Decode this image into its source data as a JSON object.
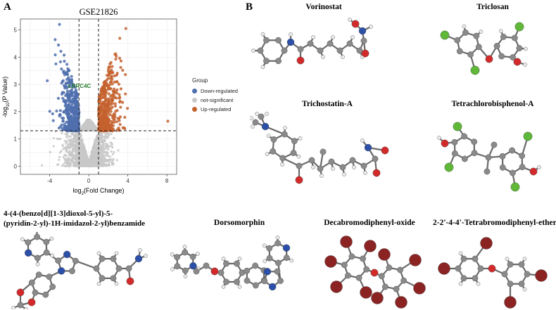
{
  "panels": {
    "a_label": "A",
    "b_label": "B"
  },
  "chart_data": {
    "type": "scatter",
    "title": "GSE21826",
    "xlabel_base": "log",
    "xlabel_sub": "2",
    "xlabel_rest": "(Fold Change)",
    "ylabel_pre": "-log",
    "ylabel_sub": "10",
    "ylabel_rest": "(P Value)",
    "xlim": [
      -7,
      9
    ],
    "ylim": [
      -0.3,
      5.4
    ],
    "xticks": [
      -4,
      0,
      4,
      8
    ],
    "yticks": [
      0,
      1,
      2,
      3,
      4,
      5
    ],
    "fc_threshold": [
      -1,
      1
    ],
    "p_threshold": 1.3,
    "annotation": {
      "text": "LRRC4C",
      "x": -1.1,
      "y": 2.95
    },
    "legend": {
      "title": "Group",
      "items": [
        {
          "label": "Down-regulated",
          "color": "#4f6fae"
        },
        {
          "label": "not-significant",
          "color": "#c8c8c8"
        },
        {
          "label": "Up-regulated",
          "color": "#c4622e"
        }
      ]
    },
    "series": [
      {
        "name": "Down-regulated",
        "color": "#4f6fae",
        "x_range": [
          -4.6,
          -1.0
        ],
        "y_range": [
          1.3,
          5.2
        ]
      },
      {
        "name": "not-significant",
        "color": "#c8c8c8",
        "x_range": [
          -6.5,
          3.5
        ],
        "y_range": [
          0,
          1.3
        ]
      },
      {
        "name": "Up-regulated",
        "color": "#c4622e",
        "x_range": [
          1.0,
          8.2
        ],
        "y_range": [
          1.3,
          5.1
        ]
      }
    ]
  },
  "molecules": [
    {
      "id": "vorinostat",
      "title": "Vorinostat"
    },
    {
      "id": "triclosan",
      "title": "Triclosan"
    },
    {
      "id": "trichostatin",
      "title": "Trichostatin-A"
    },
    {
      "id": "tetrachloro",
      "title": "Tetrachlorobisphenol-A"
    },
    {
      "id": "benzamide",
      "title_line1": "4-(4-(benzo[d][1-3]dioxol-5-yl)-5-",
      "title_line2": "(pyridin-2-yl)-1H-imidazol-2-yl)benzamide"
    },
    {
      "id": "dorsomorphin",
      "title": "Dorsomorphin"
    },
    {
      "id": "decabromo",
      "title": "Decabromodiphenyl-oxide"
    },
    {
      "id": "tetrabromo",
      "title": "2-2'-4-4'-Tetrabromodiphenyl-ether"
    }
  ]
}
